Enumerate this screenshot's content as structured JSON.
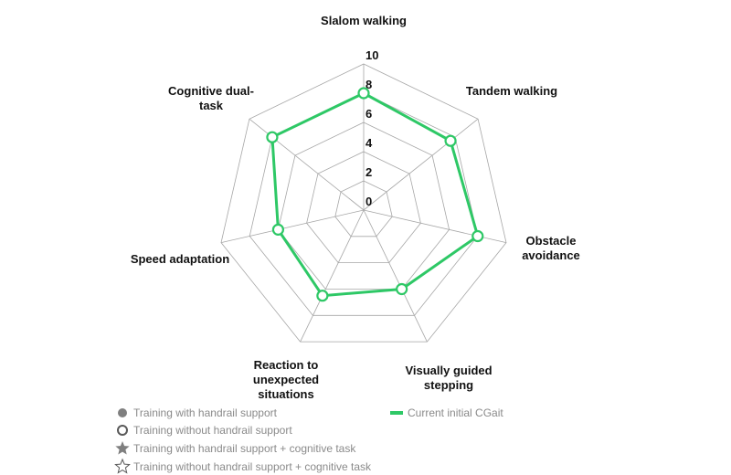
{
  "chart_data": {
    "type": "radar",
    "title": "",
    "axes": [
      [
        "Slalom walking"
      ],
      [
        "Tandem walking"
      ],
      [
        "Obstacle",
        "avoidance"
      ],
      [
        "Visually guided",
        "stepping"
      ],
      [
        "Reaction to",
        "unexpected",
        "situations"
      ],
      [
        "Speed adaptation"
      ],
      [
        "Cognitive dual-",
        "task"
      ]
    ],
    "rlim": [
      0,
      10
    ],
    "ticks": [
      "0",
      "2",
      "4",
      "6",
      "8",
      "10"
    ],
    "tick_values": [
      0,
      2,
      4,
      6,
      8,
      10
    ],
    "grid": true,
    "series": [
      {
        "name": "Current initial CGait",
        "color": "#2ec866",
        "marker": "open-circle",
        "values": [
          8,
          7.6,
          8,
          6,
          6.5,
          6,
          8
        ]
      }
    ],
    "legend": {
      "placement": "bottom",
      "items": [
        {
          "symbol": "filled-circle",
          "label": "Training with handrail support"
        },
        {
          "symbol": "open-circle",
          "label": "Training without handrail support"
        },
        {
          "symbol": "filled-star",
          "label": "Training with handrail support + cognitive task"
        },
        {
          "symbol": "open-star",
          "label": "Training without handrail support + cognitive task"
        },
        {
          "symbol": "green-line",
          "label": "Current initial CGait"
        }
      ]
    }
  }
}
